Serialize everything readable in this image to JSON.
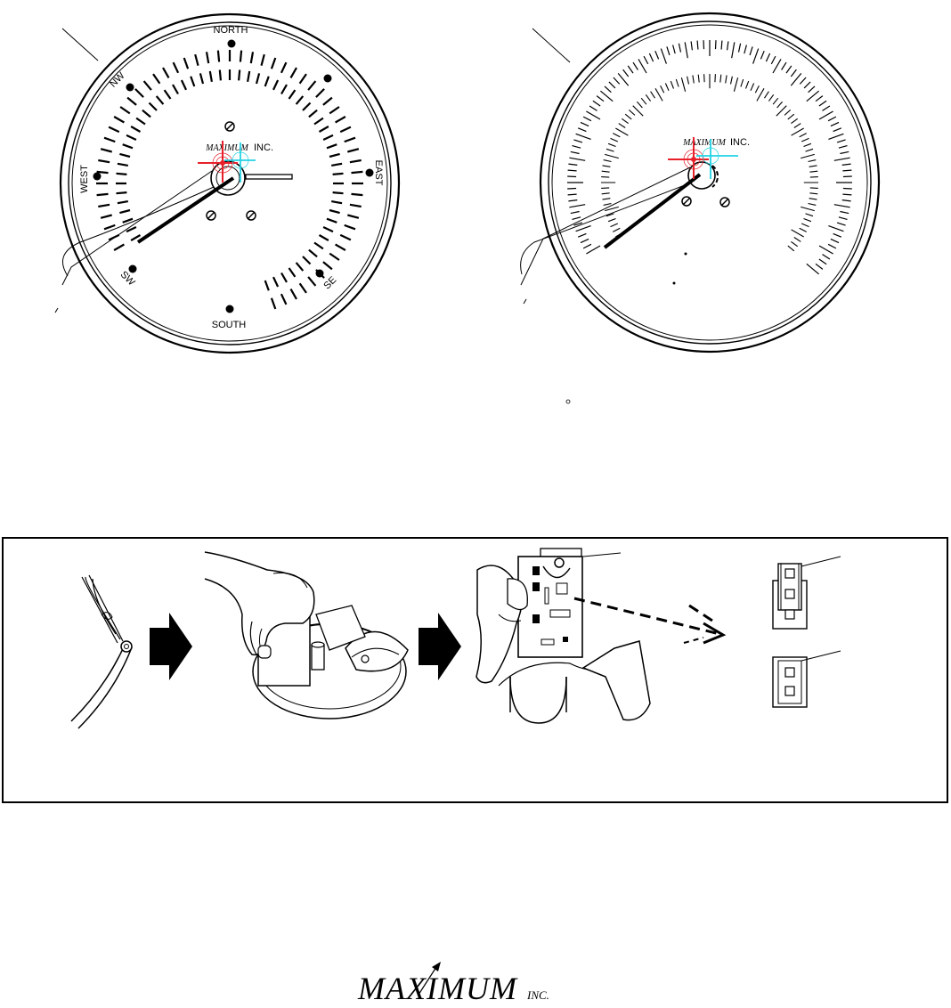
{
  "left_dial": {
    "labels": {
      "north": "NORTH",
      "south": "SOUTH",
      "east": "EAST",
      "west": "WEST",
      "nw": "NW",
      "sw": "SW",
      "se": "SE"
    },
    "brand_main": "MAXIMUM",
    "brand_suffix": "INC."
  },
  "right_dial": {
    "brand_main": "MAXIMUM",
    "brand_suffix": "INC."
  },
  "footer_logo": {
    "main": "MAXIMUM",
    "suffix": "INC."
  },
  "colors": {
    "ink": "#000000",
    "red_marker": "#e8202a",
    "cyan_marker": "#22d3e6"
  }
}
